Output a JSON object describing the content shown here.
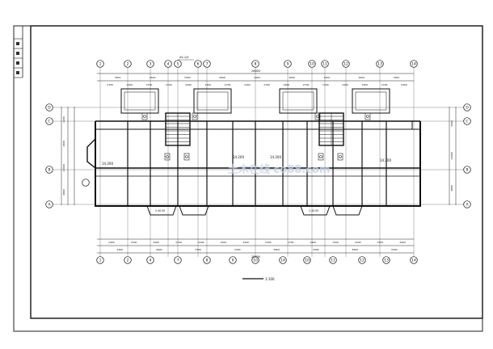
{
  "drawing": {
    "scale_label": "1:100",
    "stair_tag": "A5-1/4",
    "top_axis_labels": [
      "1",
      "2",
      "3",
      "4",
      "5",
      "6",
      "7",
      "8",
      "9",
      "10",
      "11",
      "12",
      "13",
      "14"
    ],
    "bottom_axis_labels": [
      "1",
      "2",
      "4",
      "7",
      "8",
      "9",
      "10",
      "14",
      "10",
      "11",
      "12",
      "13",
      "14"
    ],
    "left_axis_labels": [
      "D",
      "C",
      "B",
      "A"
    ],
    "right_axis_labels": [
      "D",
      "C",
      "B",
      "A"
    ],
    "top_total": "28800",
    "bottom_total": "28800",
    "top_dims_row1": [
      "3300",
      "2600",
      "3300",
      "2600",
      "1400",
      "2600",
      "3300",
      "2600",
      "3300"
    ],
    "top_dims_row2": [
      "2700",
      "2400",
      "2700",
      "1500",
      "2400",
      "1500",
      "2700",
      "2400",
      "2700",
      "2400",
      "2700",
      "1500",
      "2400",
      "1500",
      "2700",
      "2400"
    ],
    "bottom_dims_row1": [
      "2400",
      "1500",
      "2400",
      "2700",
      "2400",
      "1500",
      "2400",
      "1500",
      "2700",
      "2400",
      "1500",
      "2400",
      "2700",
      "2400"
    ],
    "bottom_dims_row2": [
      "3300",
      "3600",
      "3300",
      "3300",
      "3600",
      "3300",
      "3600",
      "3300"
    ],
    "left_dims": [
      "1200",
      "1800",
      "12000",
      "4800"
    ],
    "right_dims": [
      "3000",
      "12000",
      "4800"
    ],
    "room_elevations": [
      "14.200",
      "14.200",
      "14.200",
      "14.200"
    ],
    "balcony_labels": [
      "2.40.50",
      "2.40.50"
    ],
    "watermark": "土木在线 co88.com"
  }
}
